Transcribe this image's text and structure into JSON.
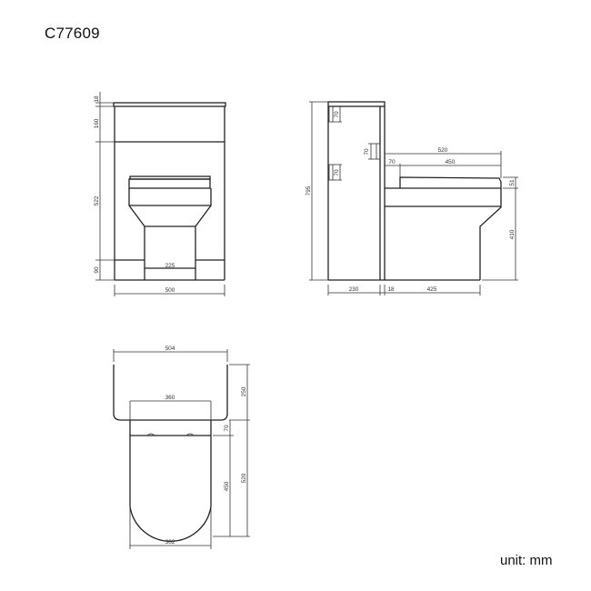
{
  "header": {
    "product_code": "C77609"
  },
  "footer": {
    "unit_label": "unit: mm"
  },
  "views": {
    "front": {
      "dims": {
        "top_board": "18",
        "cistern_panel": "160",
        "middle_panel": "522",
        "plinth": "90",
        "pan_base_width": "225",
        "overall_width": "500"
      }
    },
    "side": {
      "dims": {
        "overall_height": "795",
        "hinge_top": "70",
        "hinge_bottom": "70",
        "pan_fixing": "70",
        "pan_depth": "520",
        "seat_offset": "70",
        "seat_depth": "450",
        "seat_height": "51",
        "pan_height": "410",
        "unit_depth": "230",
        "panel_thickness": "18",
        "pan_base_depth": "425"
      }
    },
    "top": {
      "dims": {
        "unit_width": "504",
        "unit_depth": "250",
        "seat_width": "360",
        "hinge_offset": "70",
        "seat_length": "450",
        "pan_length": "520",
        "pan_width": "362"
      }
    }
  },
  "colors": {
    "line": "#222222",
    "background": "#ffffff"
  }
}
